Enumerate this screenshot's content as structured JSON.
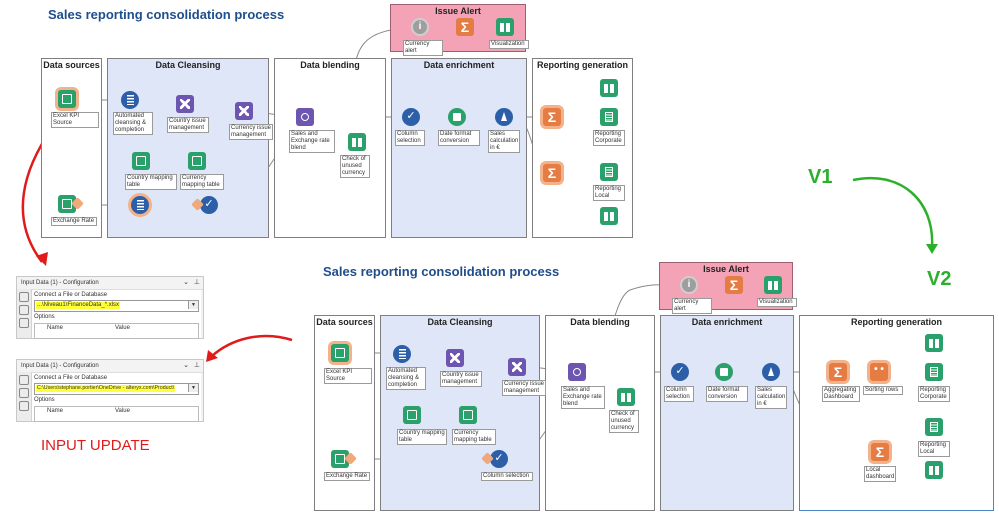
{
  "top_title": "Sales reporting consolidation process",
  "bottom_title": "Sales reporting consolidation process",
  "version_from": "V1",
  "version_to": "V2",
  "input_update_label": "INPUT UPDATE",
  "colors": {
    "title": "#1f4e8c",
    "version": "#2cb02c",
    "arrow_red": "#e01b1b",
    "container_blue": "#dfe6f7",
    "alert_pink": "#f4a3b6"
  },
  "v1": {
    "containers": {
      "data_sources": "Data sources",
      "data_cleansing": "Data Cleansing",
      "data_blending": "Data blending",
      "data_enrichment": "Data enrichment",
      "reporting_generation": "Reporting generation",
      "issue_alert": "Issue Alert"
    },
    "tools": {
      "excel_kpi_source": "Excel KPI Source",
      "exchange_rate": "Exchange Rate",
      "automated_cleansing": "Automated cleansing & completion",
      "country_issue_mgmt": "Country issue management",
      "currency_issue_mgmt": "Currency issue management",
      "country_mapping_table": "Country mapping table",
      "currency_mapping_table": "Currency mapping table",
      "sales_exchange_blend": "Sales and Exchange rate blend",
      "check_unused_currency": "Check of unused currency",
      "column_selection": "Column selection",
      "date_format_conversion": "Date format conversion",
      "sales_calculation": "Sales calculation in €",
      "reporting_corporate": "Reporting Corporate",
      "reporting_local": "Reporting Local",
      "currency_alert": "Currency alert",
      "visualization": "Visualization"
    }
  },
  "v2": {
    "containers": {
      "data_sources": "Data sources",
      "data_cleansing": "Data Cleansing",
      "data_blending": "Data blending",
      "data_enrichment": "Data enrichment",
      "reporting_generation": "Reporting generation",
      "issue_alert": "Issue Alert"
    },
    "tools": {
      "excel_kpi_source": "Excel KPI Source",
      "exchange_rate": "Exchange Rate",
      "automated_cleansing": "Automated cleansing & completion",
      "country_issue_mgmt": "Country issue management",
      "currency_issue_mgmt": "Currency issue management",
      "country_mapping_table": "Country mapping table",
      "currency_mapping_table": "Currency mapping table",
      "column_selection_cleansing": "Column selection",
      "sales_exchange_blend": "Sales and Exchange rate blend",
      "check_unused_currency": "Check of unused currency",
      "column_selection": "Column selection",
      "date_format_conversion": "Date format conversion",
      "sales_calculation": "Sales calculation in €",
      "aggregating_dashboard": "Aggregating Dashboard",
      "sorting_rows": "Sorting rows",
      "reporting_corporate": "Reporting Corporate",
      "local_dashboard": "Local dashboard",
      "reporting_local": "Reporting Local",
      "currency_alert": "Currency alert",
      "visualization": "Visualization"
    }
  },
  "config_panels": [
    {
      "title": "Input Data (1) - Configuration",
      "connect_label": "Connect a File or Database",
      "path": "...\\Niveau1\\FinanceData_*.xlsx",
      "options_label": "Options",
      "col_name": "Name",
      "col_value": "Value"
    },
    {
      "title": "Input Data (1) - Configuration",
      "connect_label": "Connect a File or Database",
      "path": "C:\\Users\\stephane.portier\\OneDrive - alteryx.com\\Product\\",
      "options_label": "Options",
      "col_name": "Name",
      "col_value": "Value"
    }
  ]
}
